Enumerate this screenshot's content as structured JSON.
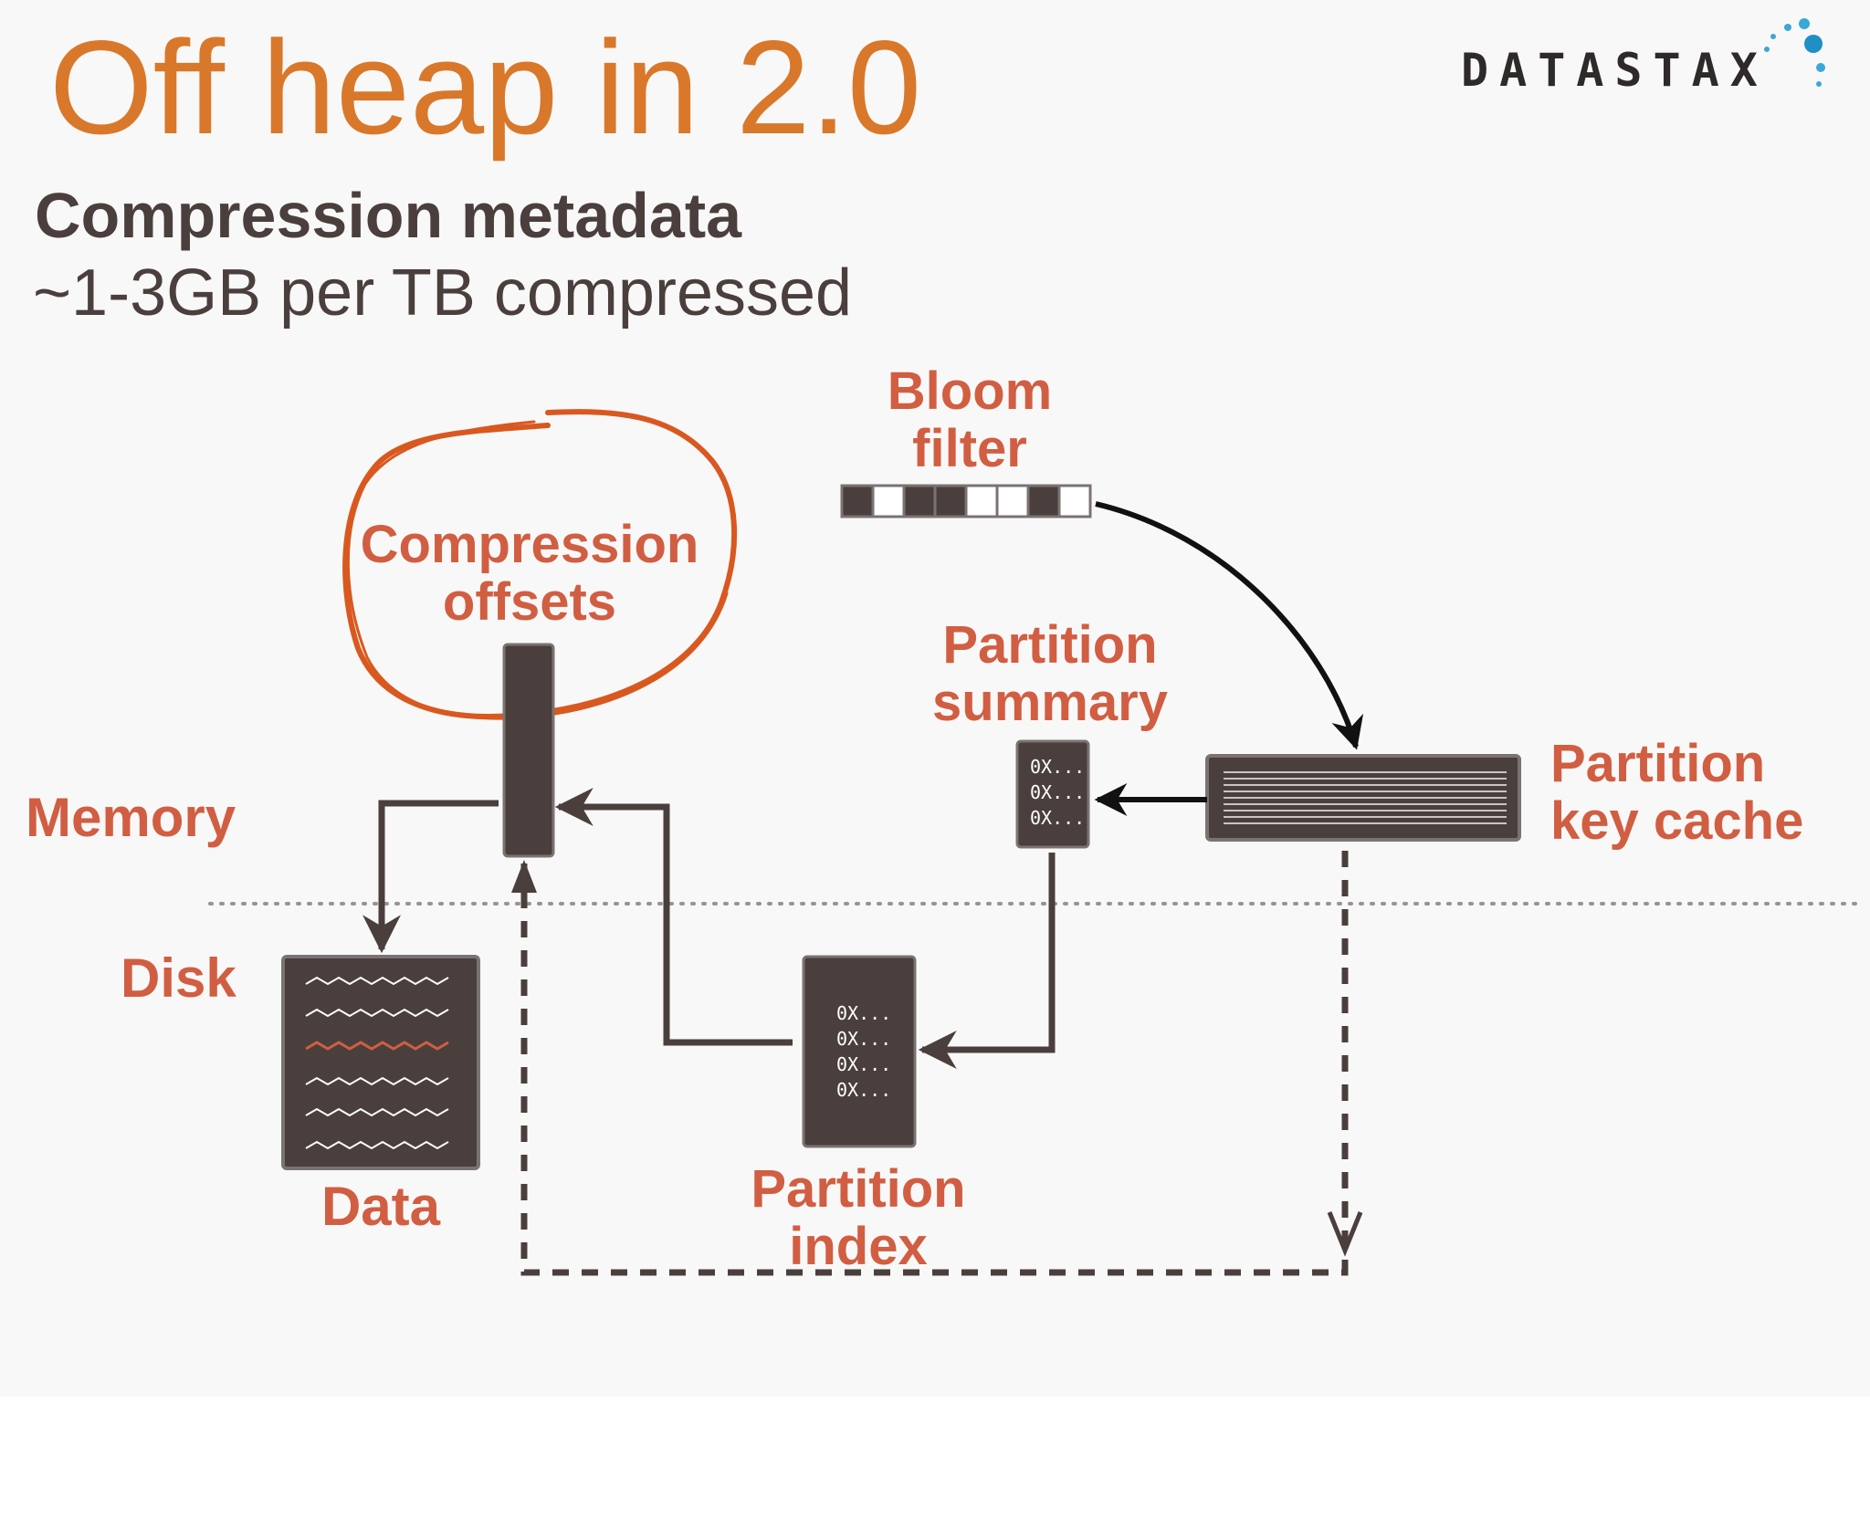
{
  "title": "Off heap in 2.0",
  "logo": {
    "text": "DATASTAX"
  },
  "subtitle": "Compression metadata",
  "subline": "~1-3GB per TB compressed",
  "labels": {
    "bloom_filter": [
      "Bloom",
      "filter"
    ],
    "compression_offsets": [
      "Compression",
      "offsets"
    ],
    "partition_summary": [
      "Partition",
      "summary"
    ],
    "partition_key_cache": [
      "Partition",
      "key cache"
    ],
    "memory": "Memory",
    "disk": "Disk",
    "data": "Data",
    "partition_index": [
      "Partition",
      "index"
    ]
  },
  "summary_entries": [
    "0X...",
    "0X...",
    "0X..."
  ],
  "index_entries": [
    "0X...",
    "0X...",
    "0X...",
    "0X..."
  ],
  "bloom_bits": [
    1,
    0,
    1,
    1,
    0,
    0,
    1,
    0
  ],
  "colors": {
    "title": "#d9782a",
    "label": "#d15e42",
    "box": "#4a3f3c",
    "circle": "#d9581f",
    "text_dark": "#4a3f3c"
  }
}
